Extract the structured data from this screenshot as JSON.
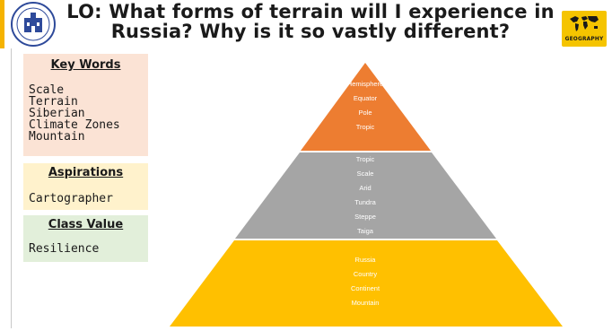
{
  "header": {
    "title_line1": "LO: What forms of terrain will I experience in",
    "title_line2": "Russia? Why is it so vastly different?",
    "badge_label": "GEOGRAPHY"
  },
  "key_words": {
    "title": "Key Words",
    "items": [
      "Scale",
      "Terrain",
      "Siberian",
      "Climate Zones",
      "Mountain"
    ]
  },
  "aspirations": {
    "title": "Aspirations",
    "items": [
      "Cartographer"
    ]
  },
  "class_value": {
    "title": "Class Value",
    "items": [
      "Resilience"
    ]
  },
  "pyramid": {
    "top": {
      "color": "#ed7d31",
      "items": [
        "Hemisphere",
        "Equator",
        "Pole",
        "Tropic"
      ]
    },
    "middle": {
      "color": "#a5a5a5",
      "items": [
        "Tropic",
        "Scale",
        "Arid",
        "Tundra",
        "Steppe",
        "Taiga"
      ]
    },
    "bottom": {
      "color": "#ffc000",
      "items": [
        "Russia",
        "Country",
        "Continent",
        "Mountain"
      ]
    }
  }
}
